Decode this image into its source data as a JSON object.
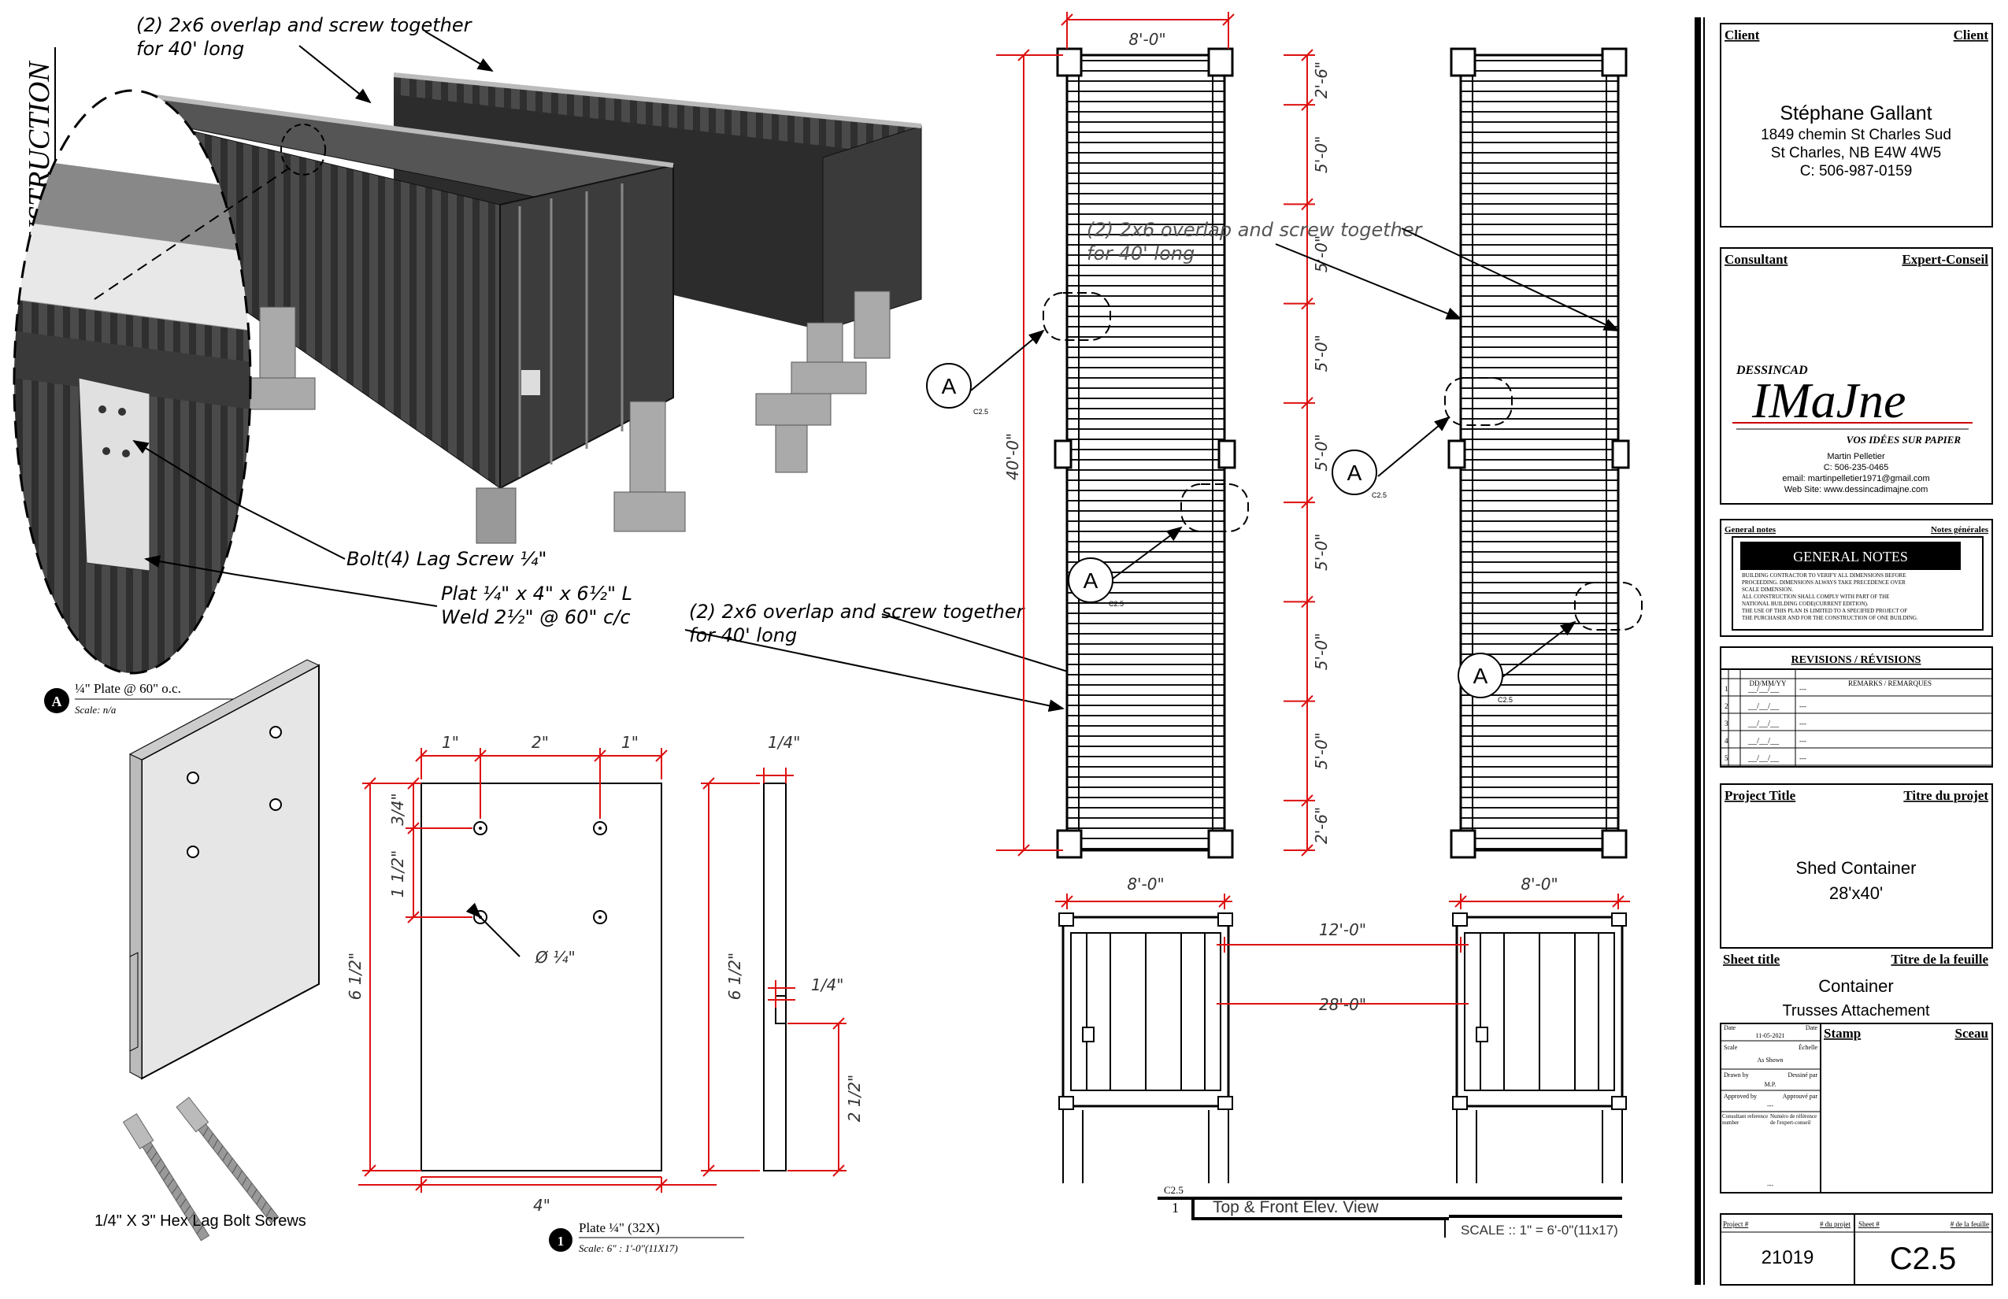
{
  "annotations": {
    "overlap_top": [
      "(2) 2x6  overlap and screw together",
      "for 40' long"
    ],
    "pour_construction": "POUR CONSTRUCTION",
    "bolt": "Bolt(4) Lag Screw ¼\"",
    "plat": [
      "Plat ¼\" x 4\" x 6½\" L",
      "Weld 2½\" @ 60\" c/c"
    ],
    "overlap_mid": [
      "(2) 2x6  overlap and screw together",
      "for 40' long"
    ],
    "overlap_plan": [
      "(2) 2x6  overlap and screw together",
      "for 40' long"
    ],
    "lag_screws": "1/4\" X 3\"  Hex Lag Bolt Screws",
    "hole_dia": "Ø ¼\""
  },
  "detail_a": {
    "marker": "A",
    "title": "¼\" Plate @ 60\" o.c.",
    "scale": "Scale: n/a"
  },
  "detail_1": {
    "marker": "1",
    "title": "Plate ¼\" (32X)",
    "scale": "Scale: 6\" : 1'-0\"(11X17)"
  },
  "plate_dims": {
    "top": [
      "1\"",
      "2\"",
      "1\""
    ],
    "left": [
      "3/4\"",
      "1 1/2\"",
      "6 1/2\""
    ],
    "bottom": "4\"",
    "side_height": "6 1/2\"",
    "thickness": "1/4\"",
    "side_notch": "1/4\"",
    "side_bottom": "2 1/2\""
  },
  "plan_dims": {
    "width_top": "8'-0\"",
    "total": "40'-0\"",
    "segments": [
      "2'-6\"",
      "5'-0\"",
      "5'-0\"",
      "5'-0\"",
      "5'-0\"",
      "5'-0\"",
      "5'-0\"",
      "5'-0\"",
      "2'-6\""
    ],
    "width_bottom_1": "8'-0\"",
    "width_bottom_2": "8'-0\"",
    "gap": "12'-0\"",
    "overall": "28'-0\""
  },
  "callouts": {
    "marker": "A",
    "sheet_ref": "C2.5"
  },
  "view": {
    "ref": "C2.5",
    "number": "1",
    "title": "Top & Front Elev. View",
    "scale": "SCALE :: 1\" = 6'-0\"(11x17)"
  },
  "title_block": {
    "client_label": "Client",
    "client_label_fr": "Client",
    "client_name": "Stéphane Gallant",
    "client_address1": "1849 chemin St Charles Sud",
    "client_address2": "St Charles, NB E4W 4W5",
    "client_phone": "C: 506-987-0159",
    "consultant_label": "Consultant",
    "consultant_label_fr": "Expert-Conseil",
    "logo_top": "DESSINCAD",
    "logo_main": "IMaJne",
    "logo_tag": "VOS IDÉES SUR PAPIER",
    "consultant_name": "Martin Pelletier",
    "consultant_phone": "C: 506-235-0465",
    "consultant_email": "email: martinpelletier1971@gmail.com",
    "consultant_web": "Web Site: www.dessincadimajne.com",
    "general_notes_label": "General notes",
    "general_notes_label_fr": "Notes générales",
    "general_notes_title": "GENERAL NOTES",
    "general_notes_text": [
      "BUILDING CONTRACTOR TO VERIFY ALL DIMENSIONS BEFORE",
      "PROCEEDING. DIMENSIONS ALWAYS TAKE PRECEDENCE OVER",
      "SCALE DIMENSION.",
      "ALL CONSTRUCTION SHALL COMPLY WITH PART OF THE",
      "NATIONAL BUILDING CODE(CURRENT EDITION).",
      "THE USE OF THIS PLAN IS LIMITED TO A SPECIFIED PROJECT OF",
      "THE PURCHASER AND FOR THE CONSTRUCTION OF ONE BUILDING."
    ],
    "revisions_label": "REVISIONS  / RÉVISIONS",
    "rev_col_date": "DD/MM/YY",
    "rev_col_remarks": "REMARKS / REMARQUES",
    "rev_rows": [
      "1",
      "2",
      "3",
      "4",
      "5"
    ],
    "rev_blank_date": "__/__/__",
    "rev_blank_remark": "---",
    "project_label": "Project Title",
    "project_label_fr": "Titre du projet",
    "project_title": "Shed Container",
    "project_size": "28'x40'",
    "sheet_label": "Sheet title",
    "sheet_label_fr": "Titre de la feuille",
    "sheet_title1": "Container",
    "sheet_title2": "Trusses Attachement",
    "date_label": "Date",
    "date_label_fr": "Date",
    "date_value": "11-05-2021",
    "scale_label": "Scale",
    "scale_label_fr": "Échelle",
    "scale_value": "As Shown",
    "drawn_label": "Drawn by",
    "drawn_label_fr": "Dessiné par",
    "drawn_value": "M.P.",
    "approved_label": "Approved by",
    "approved_label_fr": "Approuvé par",
    "approved_value": "---",
    "consultant_ref_label": "Consultant reference number",
    "consultant_ref_label_fr": "Numéro de référence de l'expert-conseil",
    "consultant_ref_value": "---",
    "stamp_label": "Stamp",
    "stamp_label_fr": "Sceau",
    "project_no_label": "Project #",
    "project_no_label_fr": "# du projet",
    "project_no": "21019",
    "sheet_no_label": "Sheet #",
    "sheet_no_label_fr": "# de la feuille",
    "sheet_no": "C2.5"
  }
}
